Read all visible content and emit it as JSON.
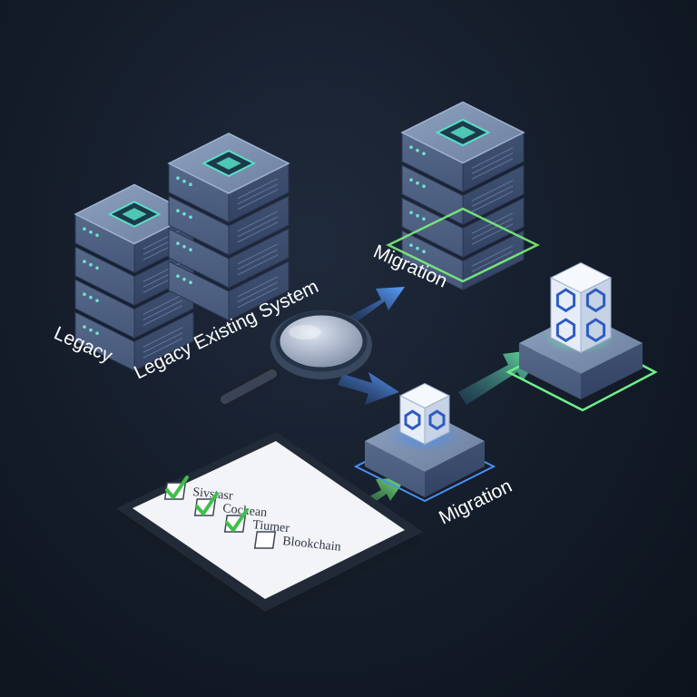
{
  "labels": {
    "legacy": "Legacy",
    "legacy_existing": "Legacy Existing System",
    "migration_top": "Migration",
    "migration_bottom": "Migration"
  },
  "checklist": [
    {
      "label": "Sivstasr",
      "checked": true
    },
    {
      "label": "Cockean",
      "checked": true
    },
    {
      "label": "Tiumer",
      "checked": true
    },
    {
      "label": "Blookchain",
      "checked": false
    }
  ],
  "colors": {
    "background": "#141c29",
    "server_body": "#5b6f8e",
    "server_top": "#7f93b3",
    "accent_teal": "#57e0c8",
    "accent_blue": "#4a8ff0",
    "accent_green": "#6ff08a",
    "checklist_paper": "#f4f6f9"
  },
  "icons": [
    "server-stack",
    "magnifier-icon",
    "blockchain-cube-icon",
    "checkmark-icon",
    "checkbox-icon",
    "arrow-icon"
  ]
}
